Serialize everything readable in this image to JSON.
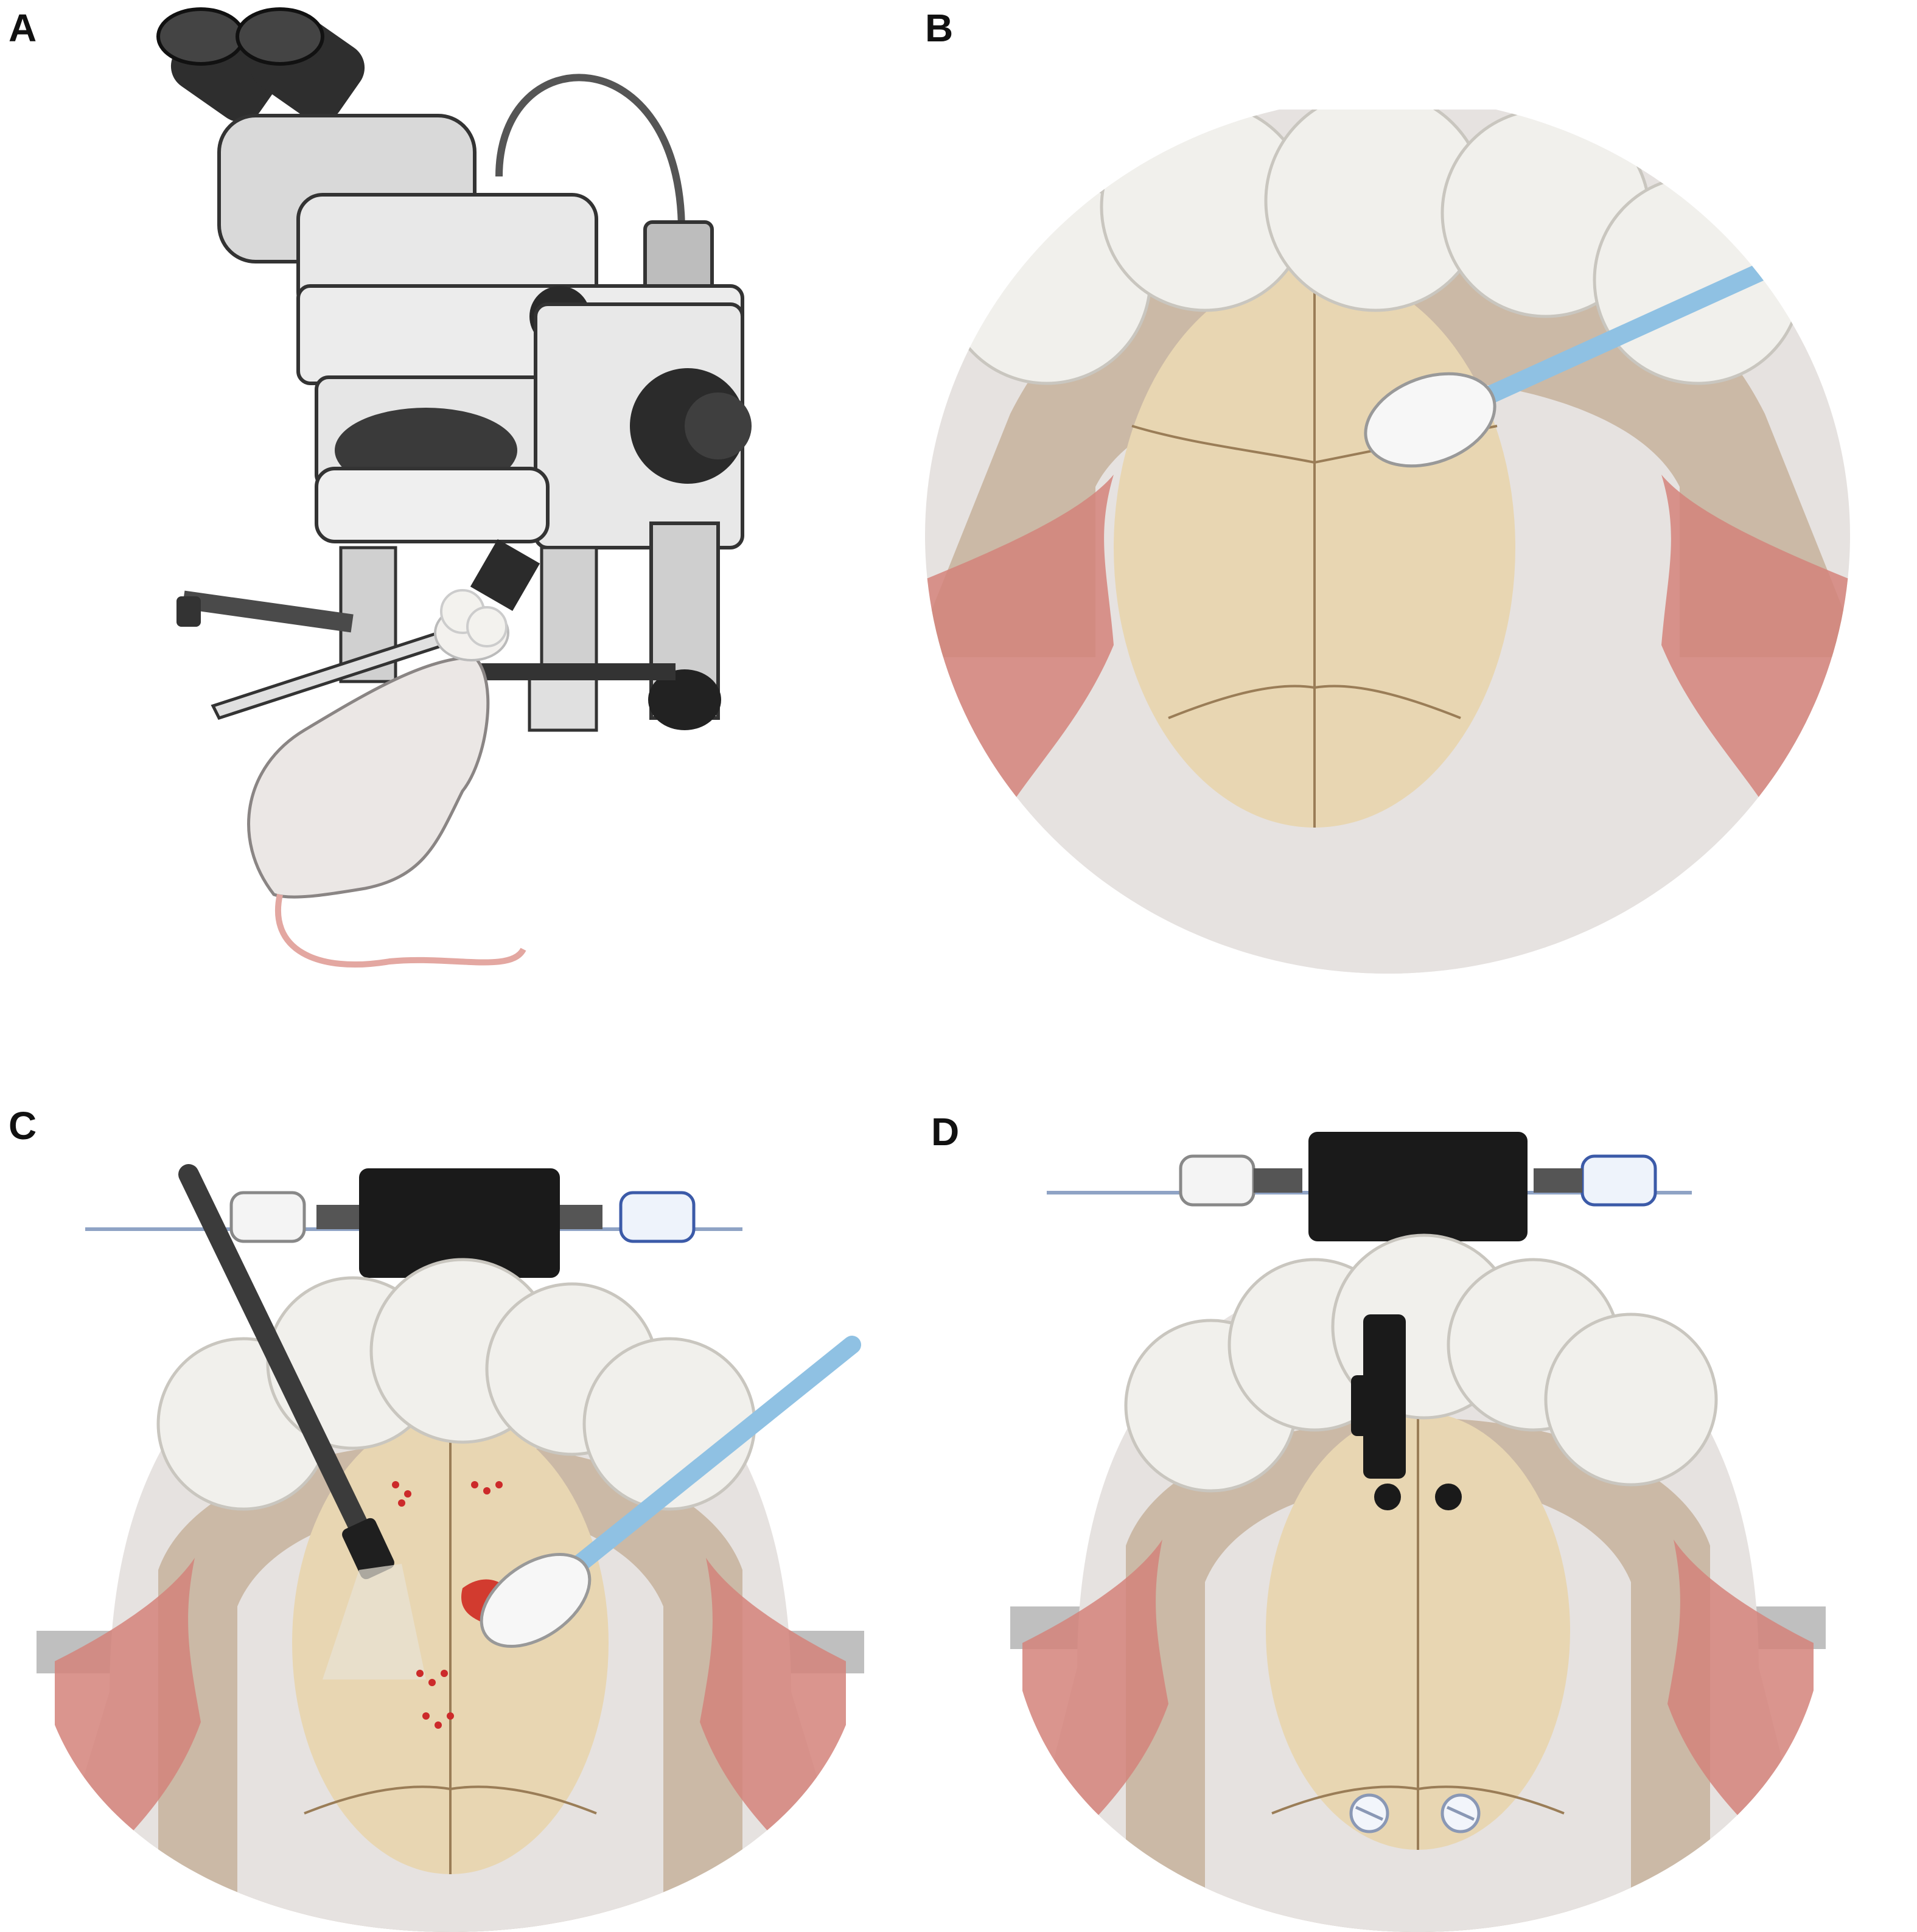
{
  "panels": {
    "a": {
      "label": "A"
    },
    "b": {
      "label": "B"
    },
    "c": {
      "label": "C"
    },
    "d": {
      "label": "D"
    }
  },
  "colors": {
    "skull": "#e8d6b2",
    "skin": "#cbb9a6",
    "muscle": "#d4837a",
    "cotton": "#f1f0ec",
    "swab_stick": "#8fc1e3",
    "fur": "#e6e2e0",
    "clamp": "#1a1a1a",
    "microscope": "#e3e3e3"
  },
  "icons": [
    "stereo-microscope-icon",
    "rat-icon",
    "cotton-gauze-icon",
    "cotton-swab-icon",
    "bleeding-point-icon",
    "drill-icon",
    "ear-bar-icon",
    "bone-screw-icon",
    "electrode-connector-icon"
  ]
}
